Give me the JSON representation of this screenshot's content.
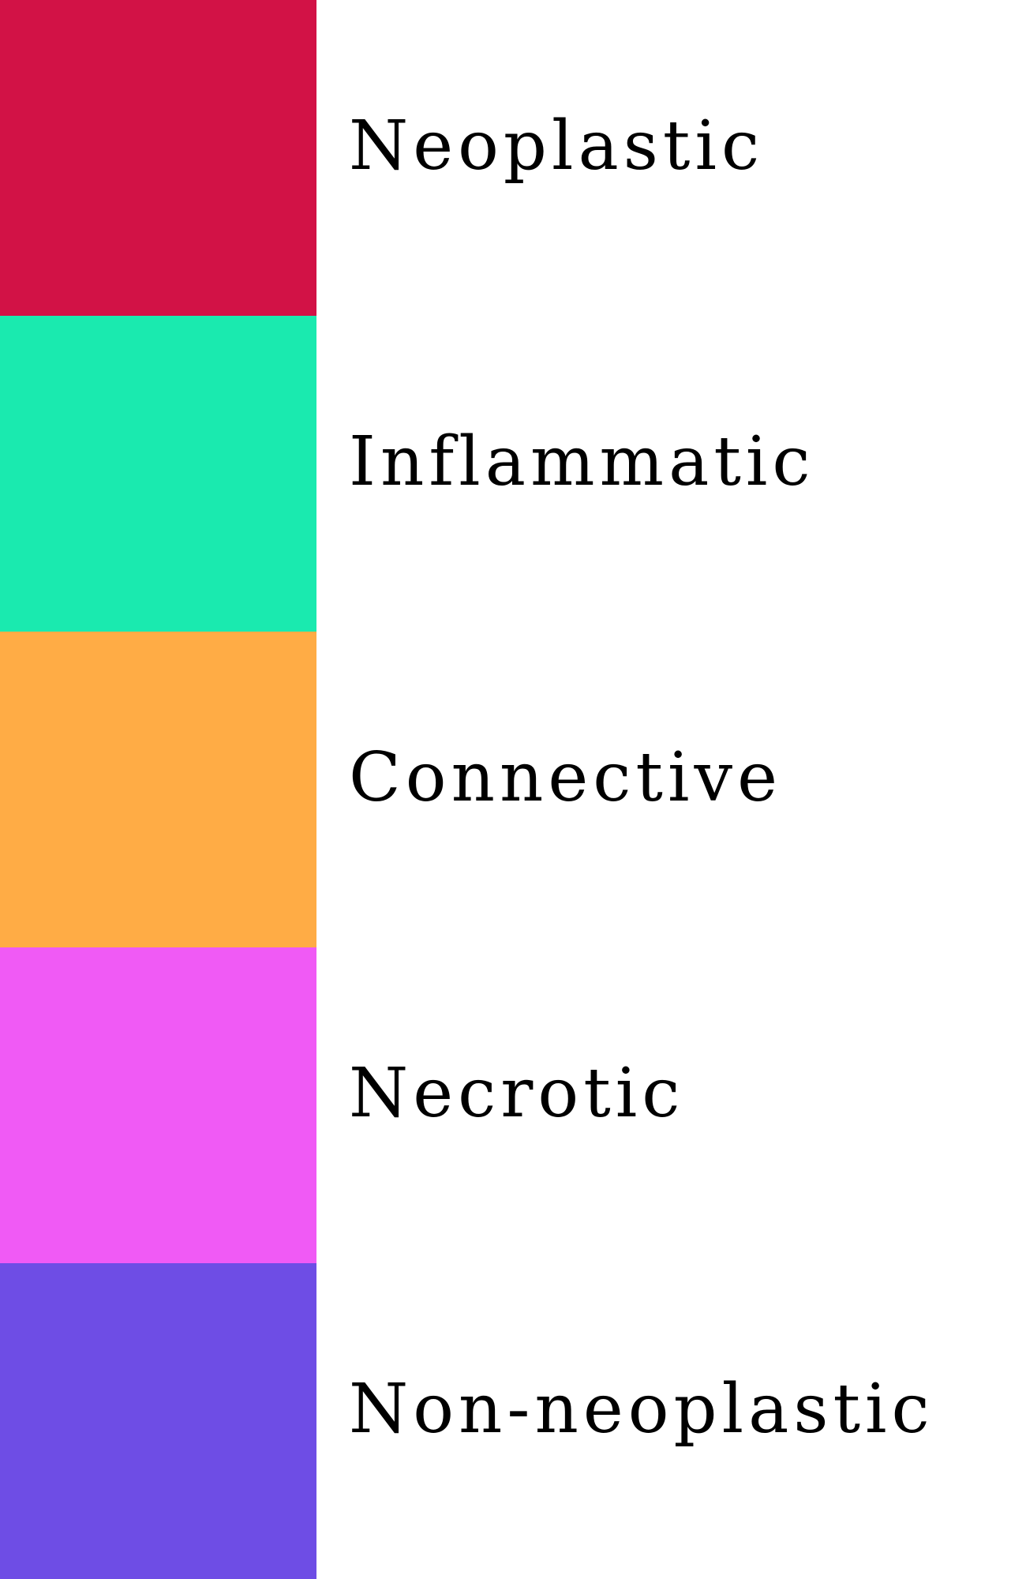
{
  "legend": {
    "items": [
      {
        "label": "Neoplastic",
        "color": "#d21246"
      },
      {
        "label": "Inflammatic",
        "color": "#1aeaaf"
      },
      {
        "label": "Connective",
        "color": "#ffac45"
      },
      {
        "label": "Necrotic",
        "color": "#f05af5"
      },
      {
        "label": "Non-neoplastic",
        "color": "#6e4de5"
      }
    ]
  }
}
